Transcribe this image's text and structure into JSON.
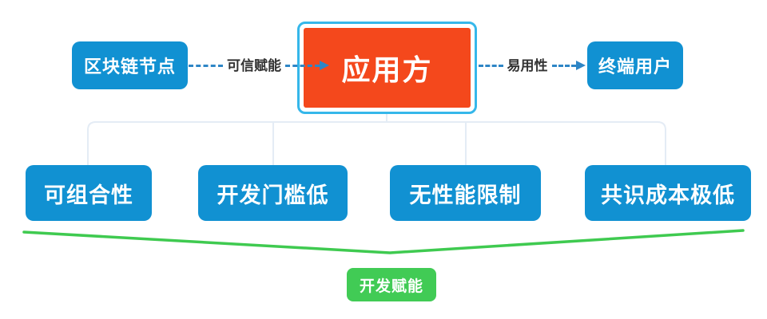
{
  "diagram": {
    "nodes": {
      "blockchain": "区块链节点",
      "application": "应用方",
      "end_user": "终端用户",
      "dev_empower": "开发赋能"
    },
    "edges": {
      "trusted_empower": "可信赋能",
      "usability": "易用性"
    },
    "features": [
      "可组合性",
      "开发门槛低",
      "无性能限制",
      "共识成本极低"
    ],
    "palette": {
      "blue": "#1191d2",
      "red": "#f4481c",
      "cyan_border": "#35b7ea",
      "green": "#41cb55",
      "green_line": "#3fca50",
      "connector": "#e4ecf5",
      "arrow_blue": "#2e86c6",
      "edge_label_text": "#333333"
    }
  }
}
